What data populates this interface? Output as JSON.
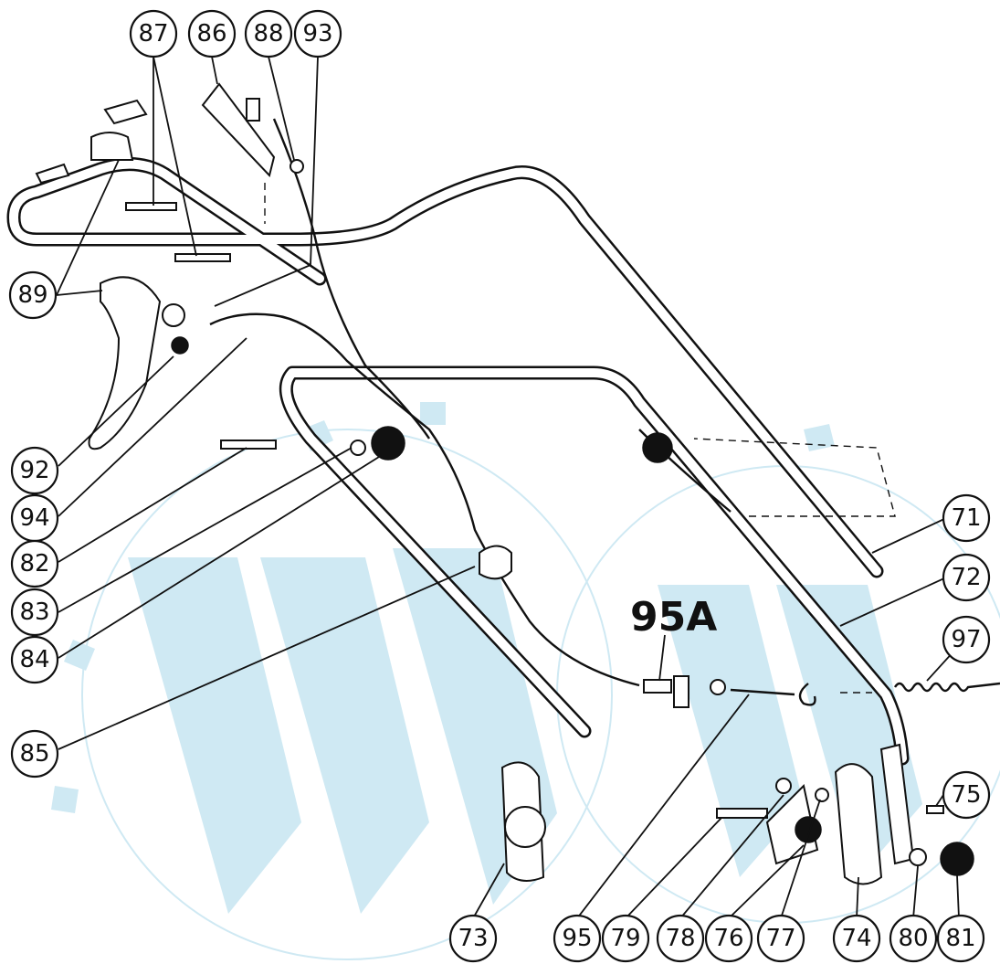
{
  "figure": {
    "variant_label": "95A",
    "watermark_color": "#cfe9f3",
    "callouts": [
      {
        "id": "87",
        "label": "87"
      },
      {
        "id": "86",
        "label": "86"
      },
      {
        "id": "88",
        "label": "88"
      },
      {
        "id": "93",
        "label": "93"
      },
      {
        "id": "89",
        "label": "89"
      },
      {
        "id": "92",
        "label": "92"
      },
      {
        "id": "94",
        "label": "94"
      },
      {
        "id": "82",
        "label": "82"
      },
      {
        "id": "83",
        "label": "83"
      },
      {
        "id": "84",
        "label": "84"
      },
      {
        "id": "85",
        "label": "85"
      },
      {
        "id": "71",
        "label": "71"
      },
      {
        "id": "72",
        "label": "72"
      },
      {
        "id": "97",
        "label": "97"
      },
      {
        "id": "75",
        "label": "75"
      },
      {
        "id": "73",
        "label": "73"
      },
      {
        "id": "95",
        "label": "95"
      },
      {
        "id": "79",
        "label": "79"
      },
      {
        "id": "78",
        "label": "78"
      },
      {
        "id": "76",
        "label": "76"
      },
      {
        "id": "77",
        "label": "77"
      },
      {
        "id": "74",
        "label": "74"
      },
      {
        "id": "80",
        "label": "80"
      },
      {
        "id": "81",
        "label": "81"
      }
    ]
  }
}
